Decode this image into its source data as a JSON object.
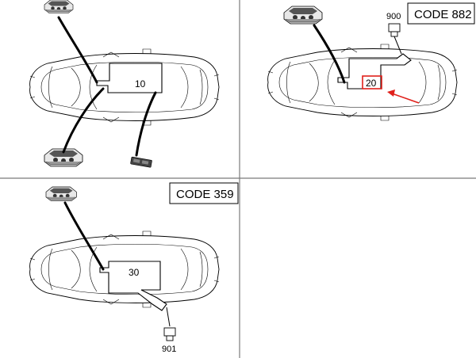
{
  "panels": {
    "top_left": {
      "harness_label": "10"
    },
    "top_right": {
      "code_label": "CODE 882",
      "harness_label": "20",
      "connector_label": "900",
      "highlight_color": "#e0201b"
    },
    "bottom_left": {
      "code_label": "CODE 359",
      "harness_label": "30",
      "connector_label": "901"
    }
  },
  "colors": {
    "line": "#000000",
    "frame": "#7a7a7a",
    "background": "#ffffff",
    "arrow": "#e0201b"
  }
}
